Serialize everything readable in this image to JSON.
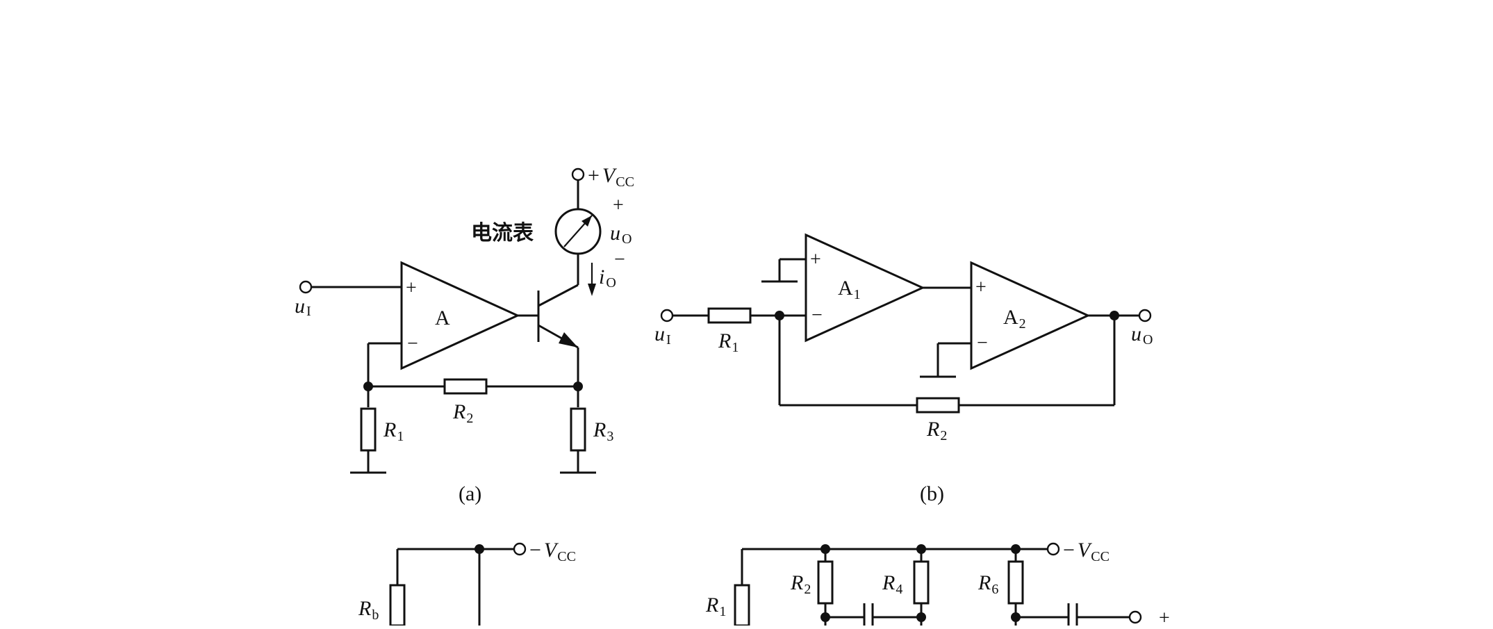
{
  "circuit_a": {
    "caption": "(a)",
    "input_label": {
      "main": "u",
      "sub": "I"
    },
    "opamp_label": "A",
    "plus_sign": "+",
    "minus_sign": "−",
    "meter_label": "电流表",
    "vcc_label": {
      "prefix": "+",
      "main": "V",
      "sub": "CC"
    },
    "output_voltage": {
      "main": "u",
      "sub": "O",
      "plus": "+",
      "minus": "−"
    },
    "output_current": {
      "main": "i",
      "sub": "O"
    },
    "r1": {
      "main": "R",
      "sub": "1"
    },
    "r2": {
      "main": "R",
      "sub": "2"
    },
    "r3": {
      "main": "R",
      "sub": "3"
    }
  },
  "circuit_b": {
    "caption": "(b)",
    "input_label": {
      "main": "u",
      "sub": "I"
    },
    "output_label": {
      "main": "u",
      "sub": "O"
    },
    "a1_label": {
      "main": "A",
      "sub": "1"
    },
    "a2_label": {
      "main": "A",
      "sub": "2"
    },
    "plus_sign": "+",
    "minus_sign": "−",
    "r1": {
      "main": "R",
      "sub": "1"
    },
    "r2": {
      "main": "R",
      "sub": "2"
    }
  },
  "circuit_c": {
    "vcc_label": {
      "prefix": "−",
      "main": "V",
      "sub": "CC"
    },
    "rb": {
      "main": "R",
      "sub": "b"
    }
  },
  "circuit_d": {
    "vcc_label": {
      "prefix": "−",
      "main": "V",
      "sub": "CC"
    },
    "r1": {
      "main": "R",
      "sub": "1"
    },
    "r2": {
      "main": "R",
      "sub": "2"
    },
    "r4": {
      "main": "R",
      "sub": "4"
    },
    "r6": {
      "main": "R",
      "sub": "6"
    },
    "plus_sign": "+"
  }
}
